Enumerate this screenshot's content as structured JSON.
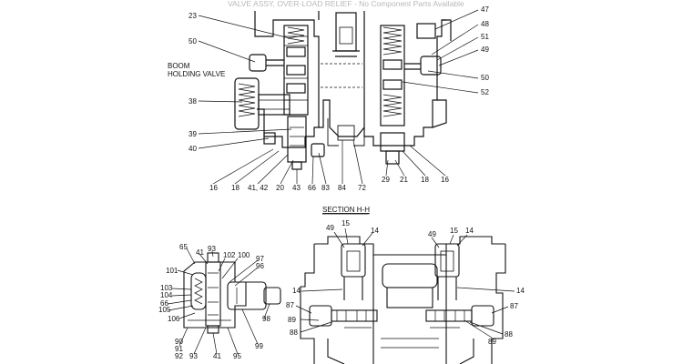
{
  "banner": {
    "part": "VALVE ASSY, OVER-LOAD RELIEF",
    "note": "- No Component Parts Available"
  },
  "labels": {
    "boom_line1": "BOOM",
    "boom_line2": "HOLDING VALVE",
    "section": "SECTION H-H"
  },
  "callouts": {
    "top_left": [
      "23",
      "50",
      "38",
      "39",
      "40"
    ],
    "top_right": [
      "47",
      "48",
      "51",
      "49",
      "50",
      "52"
    ],
    "top_bottom": [
      "16",
      "18",
      "41, 42",
      "20",
      "43",
      "66",
      "83",
      "84",
      "72",
      "29",
      "21",
      "18",
      "16"
    ],
    "detail_left": [
      "65",
      "41",
      "93",
      "102",
      "100",
      "97",
      "96",
      "101",
      "103",
      "104",
      "66",
      "105",
      "106",
      "98",
      "90",
      "91",
      "92",
      "93",
      "41",
      "95",
      "99"
    ],
    "section_view": [
      "15",
      "49",
      "14",
      "49",
      "15",
      "14",
      "14",
      "14",
      "87",
      "87",
      "89",
      "88",
      "88",
      "89"
    ]
  }
}
